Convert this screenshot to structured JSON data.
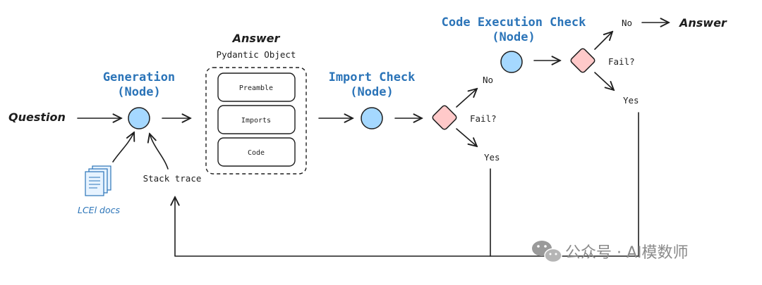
{
  "question": "Question",
  "generation": {
    "line1": "Generation",
    "line2": "(Node)"
  },
  "answer_top": "Answer",
  "pydantic": "Pydantic Object",
  "fields": {
    "preamble": "Preamble",
    "imports": "Imports",
    "code": "Code"
  },
  "import_check": {
    "line1": "Import Check",
    "line2": "(Node)"
  },
  "code_exec": {
    "line1": "Code Execution Check",
    "line2": "(Node)"
  },
  "fail1": "Fail?",
  "fail2": "Fail?",
  "no1": "No",
  "yes1": "Yes",
  "no2": "No",
  "yes2": "Yes",
  "answer_final": "Answer",
  "stack_trace": "Stack trace",
  "lcel_docs": "LCEl docs",
  "watermark": "公众号 · AI模数师",
  "colors": {
    "node_fill": "#a5d8ff",
    "diamond_fill": "#ffc9c9",
    "accent_text": "#2b74b8"
  }
}
